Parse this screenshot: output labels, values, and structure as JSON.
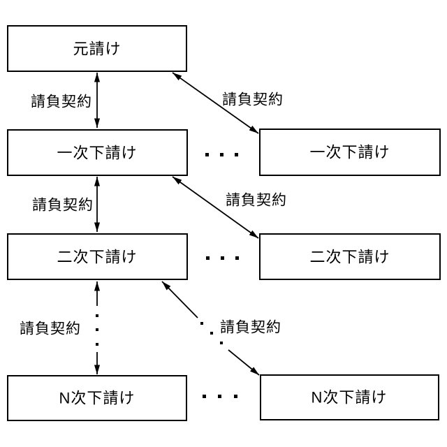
{
  "diagram": {
    "type": "hierarchy-flow",
    "background": "#ffffff",
    "line_color": "#000000",
    "boxes": {
      "prime": {
        "label": "元請け"
      },
      "tier1_left": {
        "label": "一次下請け"
      },
      "tier1_right": {
        "label": "一次下請け"
      },
      "tier2_left": {
        "label": "二次下請け"
      },
      "tier2_right": {
        "label": "二次下請け"
      },
      "tierN_left": {
        "label": "N次下請け"
      },
      "tierN_right": {
        "label": "N次下請け"
      }
    },
    "edge_labels": {
      "v1": "請負契約",
      "d1": "請負契約",
      "v2": "請負契約",
      "d2": "請負契約",
      "v3": "請負契約",
      "d3": "請負契約"
    }
  }
}
